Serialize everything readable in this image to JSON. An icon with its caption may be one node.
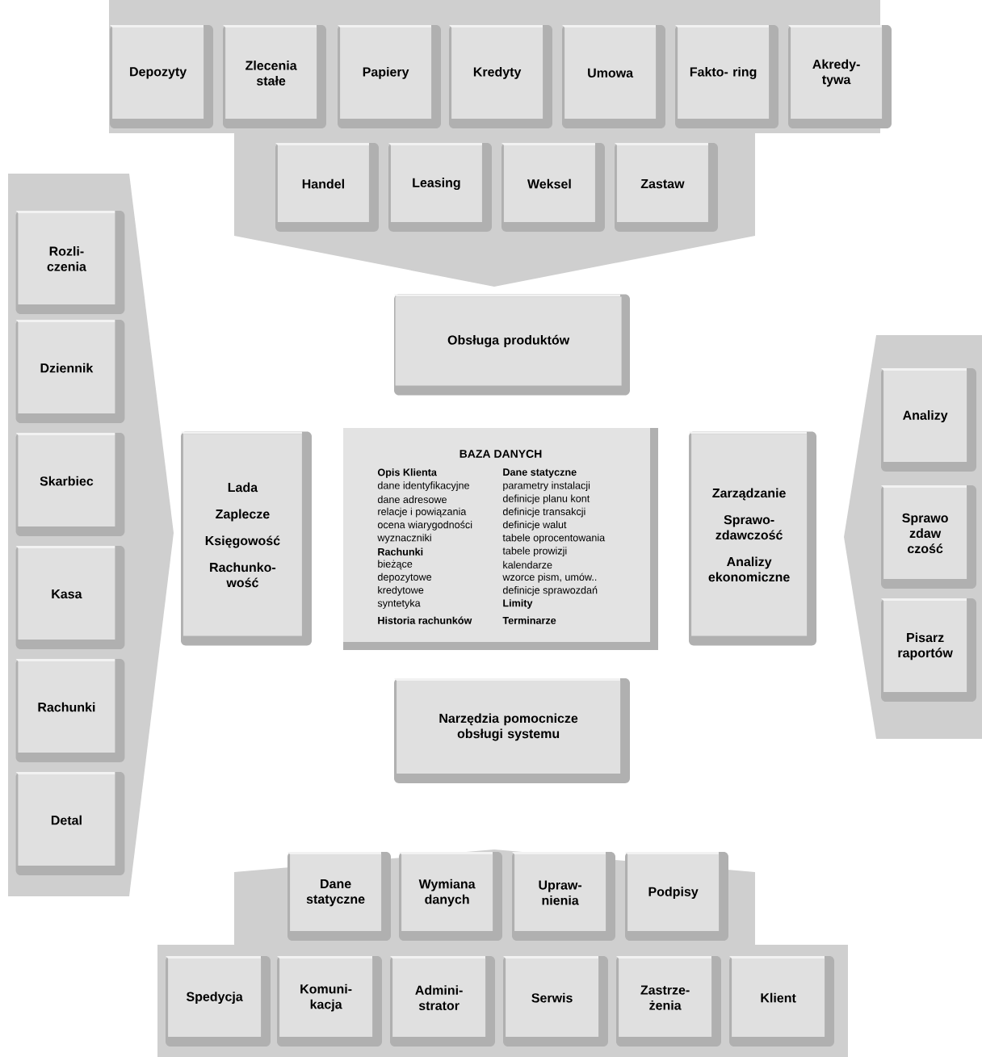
{
  "diagram": {
    "nodes": [
      {
        "text": [],
        "shape": "arrow"
      },
      {
        "text": [
          "Depozyty"
        ],
        "in": 0
      },
      {
        "text": [
          "Zlecenia stałe"
        ],
        "in": 0
      },
      {
        "text": [
          "Papiery"
        ],
        "in": 0
      },
      {
        "text": [
          "Kredyty"
        ],
        "in": 0
      },
      {
        "text": [
          "Umowa"
        ],
        "in": 0
      },
      {
        "text": [
          "Fakto- ring"
        ],
        "in": 0
      },
      {
        "text": [
          "Akredy- tywa"
        ],
        "in": 0
      },
      {
        "text": [
          "Handel"
        ],
        "in": 0
      },
      {
        "text": [
          "Leasing"
        ],
        "in": 0
      },
      {
        "text": [
          "Weksel"
        ],
        "in": 0
      },
      {
        "text": [
          "Zastaw"
        ],
        "in": 0
      },
      {
        "text": [],
        "shape": "arrow"
      },
      {
        "text": [
          "Rozli- czenia"
        ],
        "in": 12
      },
      {
        "text": [
          "Dziennik"
        ],
        "in": 12
      },
      {
        "text": [
          "Skarbiec"
        ],
        "in": 12
      },
      {
        "text": [
          "Kasa"
        ],
        "in": 12
      },
      {
        "text": [
          "Rachunki"
        ],
        "in": 12
      },
      {
        "text": [
          "Detal"
        ],
        "in": 12
      },
      {
        "text": [
          "Obsługa produktów"
        ]
      },
      {
        "text": [
          "Lada",
          "Zaplecze",
          "Księgowość",
          "Rachunko- wość"
        ]
      },
      {
        "text": [
          "BAZA DANYCH",
          "Opis Klienta",
          "dane identyfikacyjne",
          "dane adresowe",
          "relacje i powiązania",
          "ocena wiarygodności",
          "wyznaczniki",
          "Rachunki",
          "bieżące",
          "depozytowe",
          "kredytowe",
          "syntetyka",
          "Historia rachunków",
          "Dane statyczne",
          "parametry instalacji",
          "definicje planu kont",
          "definicje transakcji",
          "definicje walut",
          "tabele oprocentowania",
          "tabele prowizji",
          "kalendarze",
          "wzorce pism, umów..",
          "definicje sprawozdań",
          "Limity",
          "Terminarze"
        ]
      },
      {
        "text": [
          "Zarządzanie",
          "Sprawo- zdawczość",
          "Analizy ekonomiczne"
        ]
      },
      {
        "text": [],
        "shape": "arrow"
      },
      {
        "text": [
          "Analizy"
        ],
        "in": 23
      },
      {
        "text": [
          "Sprawo zdaw czość"
        ],
        "in": 23
      },
      {
        "text": [
          "Pisarz raportów"
        ],
        "in": 23
      },
      {
        "text": [
          "Narzędzia pomocnicze obsługi systemu"
        ]
      },
      {
        "text": [],
        "shape": "arrow"
      },
      {
        "text": [
          "Dane statyczne"
        ],
        "in": 28
      },
      {
        "text": [
          "Wymiana danych"
        ],
        "in": 28
      },
      {
        "text": [
          "Upraw- nienia"
        ],
        "in": 28
      },
      {
        "text": [
          "Podpisy"
        ],
        "in": 28
      },
      {
        "text": [
          "Spedycja"
        ],
        "in": 28
      },
      {
        "text": [
          "Komuni- kacja"
        ],
        "in": 28
      },
      {
        "text": [
          "Admini- strator"
        ],
        "in": 28
      },
      {
        "text": [
          "Serwis"
        ],
        "in": 28
      },
      {
        "text": [
          "Zastrze- żenia"
        ],
        "in": 28
      },
      {
        "text": [
          "Klient"
        ],
        "in": 28
      }
    ]
  }
}
